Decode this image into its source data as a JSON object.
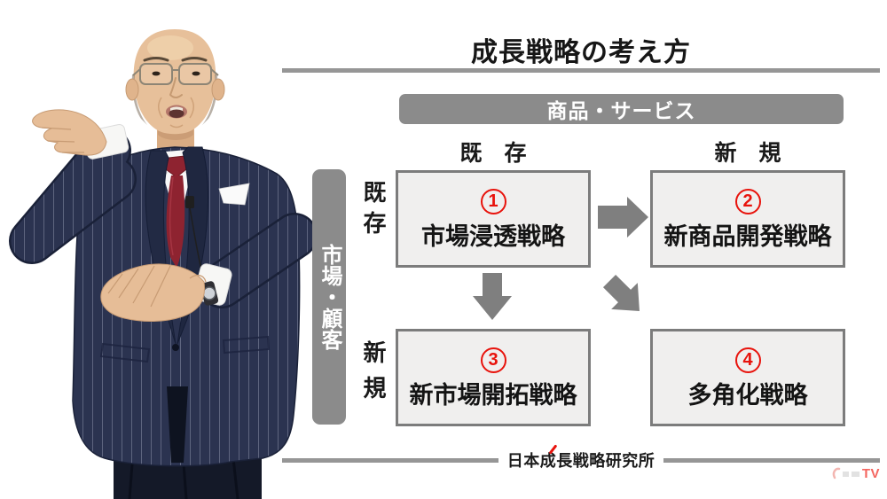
{
  "slide": {
    "title": "成長戦略の考え方",
    "product_header": "商品・サービス",
    "product_cols": {
      "existing": "既　存",
      "new": "新　規"
    },
    "market_label": "市場・顧客",
    "market_rows": {
      "existing": "既存",
      "new": "新規"
    },
    "quadrants": [
      {
        "number": "1",
        "label": "市場浸透戦略"
      },
      {
        "number": "2",
        "label": "新商品開発戦略"
      },
      {
        "number": "3",
        "label": "新市場開拓戦略"
      },
      {
        "number": "4",
        "label": "多角化戦略"
      }
    ],
    "footer_org": "日本成長戦略研究所",
    "watermark_text": "TV"
  },
  "colors": {
    "accent_red": "#e8130c",
    "bar_gray": "#8b8b8b",
    "arrow_gray": "#7f7f7f",
    "line_gray": "#969696",
    "box_fill": "#f0efee",
    "box_border": "#7c7c7c",
    "watermark_red": "#f4655f",
    "suit_navy": "#2b3350",
    "tie_maroon": "#8e2330"
  }
}
